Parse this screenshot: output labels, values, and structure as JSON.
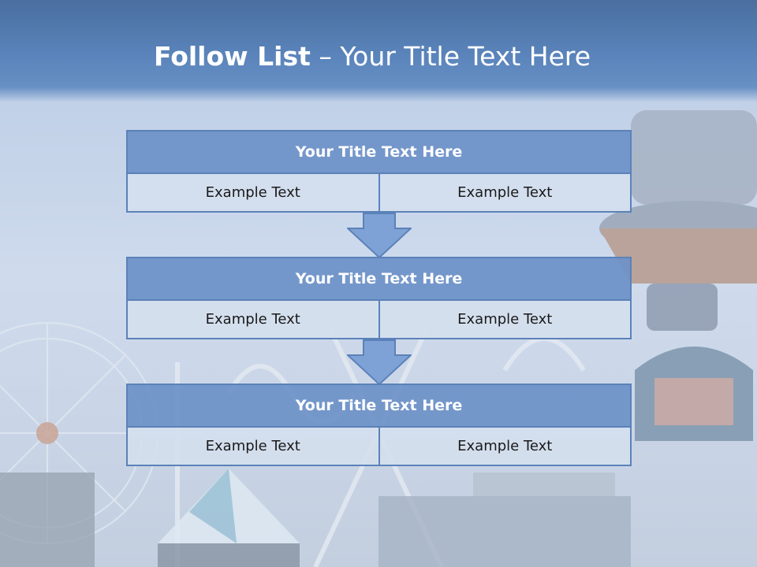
{
  "slide": {
    "title_bold": "Follow List",
    "title_rest": " – Your Title Text Here"
  },
  "blocks": [
    {
      "title": "Your Title Text Here",
      "cells": [
        "Example Text",
        "Example Text"
      ]
    },
    {
      "title": "Your Title Text Here",
      "cells": [
        "Example Text",
        "Example Text"
      ]
    },
    {
      "title": "Your Title Text Here",
      "cells": [
        "Example Text",
        "Example Text"
      ]
    }
  ],
  "colors": {
    "header_band": "#5a84bb",
    "block_title_fill": "#6c91c8",
    "block_border": "#5b82b8",
    "cell_fill": "#d4dfee",
    "arrow_fill": "#7ea2d6"
  }
}
